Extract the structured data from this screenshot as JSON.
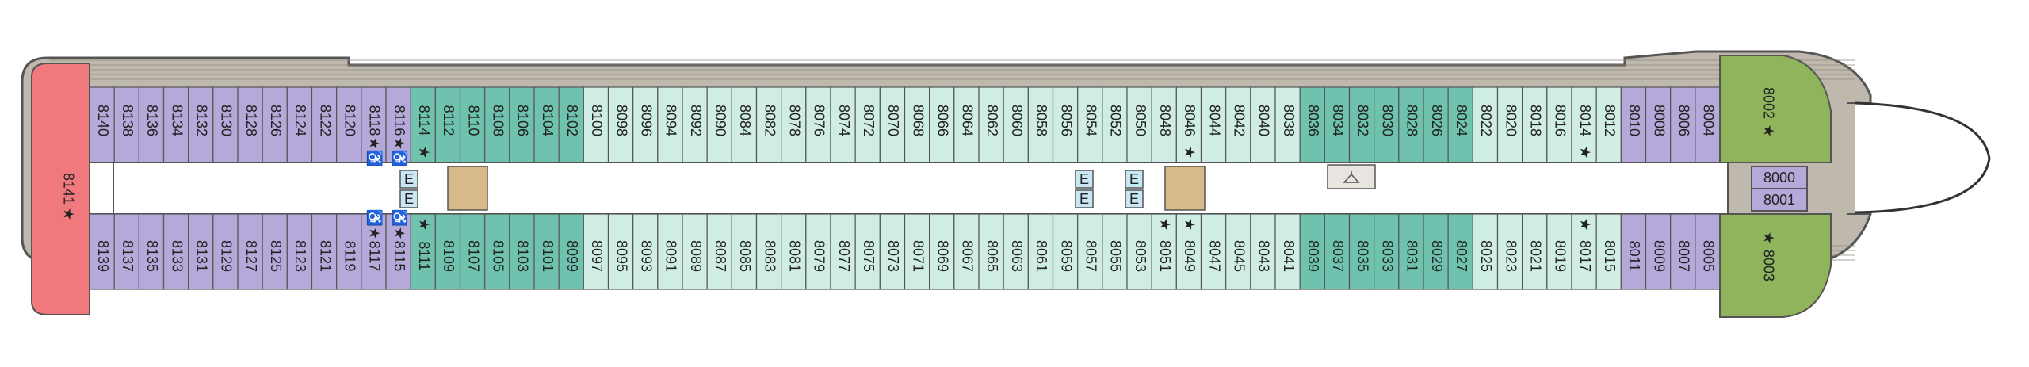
{
  "colors": {
    "hull": "#bfb8ad",
    "hull_stripe": "#8f877b",
    "outline": "#555555",
    "corridor": "#ffffff",
    "purple": "#b4a9d9",
    "teal": "#6fc3ae",
    "light": "#cfede5",
    "aft_suite": "#f0797d",
    "forward_suite": "#8fb45c",
    "stair": "#d8b98a",
    "lift": "#c9e7f2"
  },
  "cabins": {
    "aft_suite": {
      "label": "8141",
      "access": "★"
    },
    "top_row": [
      {
        "label": "8140",
        "zone": "purple"
      },
      {
        "label": "8138",
        "zone": "purple"
      },
      {
        "label": "8136",
        "zone": "purple"
      },
      {
        "label": "8134",
        "zone": "purple"
      },
      {
        "label": "8132",
        "zone": "purple"
      },
      {
        "label": "8130",
        "zone": "purple"
      },
      {
        "label": "8128",
        "zone": "purple"
      },
      {
        "label": "8126",
        "zone": "purple"
      },
      {
        "label": "8124",
        "zone": "purple"
      },
      {
        "label": "8122",
        "zone": "purple"
      },
      {
        "label": "8120",
        "zone": "purple"
      },
      {
        "label": "8118",
        "zone": "purple",
        "access": "★♿"
      },
      {
        "label": "8116",
        "zone": "purple",
        "access": "★♿"
      },
      {
        "label": "8114",
        "zone": "teal",
        "access": "★"
      },
      {
        "label": "8112",
        "zone": "teal"
      },
      {
        "label": "8110",
        "zone": "teal"
      },
      {
        "label": "8108",
        "zone": "teal"
      },
      {
        "label": "8106",
        "zone": "teal"
      },
      {
        "label": "8104",
        "zone": "teal"
      },
      {
        "label": "8102",
        "zone": "teal"
      },
      {
        "label": "8100",
        "zone": "light"
      },
      {
        "label": "8098",
        "zone": "light"
      },
      {
        "label": "8096",
        "zone": "light"
      },
      {
        "label": "8094",
        "zone": "light"
      },
      {
        "label": "8092",
        "zone": "light"
      },
      {
        "label": "8090",
        "zone": "light"
      },
      {
        "label": "8084",
        "zone": "light"
      },
      {
        "label": "8082",
        "zone": "light"
      },
      {
        "label": "8078",
        "zone": "light"
      },
      {
        "label": "8076",
        "zone": "light"
      },
      {
        "label": "8074",
        "zone": "light"
      },
      {
        "label": "8072",
        "zone": "light"
      },
      {
        "label": "8070",
        "zone": "light"
      },
      {
        "label": "8068",
        "zone": "light"
      },
      {
        "label": "8066",
        "zone": "light"
      },
      {
        "label": "8064",
        "zone": "light"
      },
      {
        "label": "8062",
        "zone": "light"
      },
      {
        "label": "8060",
        "zone": "light"
      },
      {
        "label": "8058",
        "zone": "light"
      },
      {
        "label": "8056",
        "zone": "light"
      },
      {
        "label": "8054",
        "zone": "light"
      },
      {
        "label": "8052",
        "zone": "light"
      },
      {
        "label": "8050",
        "zone": "light"
      },
      {
        "label": "8048",
        "zone": "light"
      },
      {
        "label": "8046",
        "zone": "light",
        "access": "★"
      },
      {
        "label": "8044",
        "zone": "light"
      },
      {
        "label": "8042",
        "zone": "light"
      },
      {
        "label": "8040",
        "zone": "light"
      },
      {
        "label": "8038",
        "zone": "light"
      },
      {
        "label": "8036",
        "zone": "teal"
      },
      {
        "label": "8034",
        "zone": "teal"
      },
      {
        "label": "8032",
        "zone": "teal"
      },
      {
        "label": "8030",
        "zone": "teal"
      },
      {
        "label": "8028",
        "zone": "teal"
      },
      {
        "label": "8026",
        "zone": "teal"
      },
      {
        "label": "8024",
        "zone": "teal"
      },
      {
        "label": "8022",
        "zone": "light"
      },
      {
        "label": "8020",
        "zone": "light"
      },
      {
        "label": "8018",
        "zone": "light"
      },
      {
        "label": "8016",
        "zone": "light"
      },
      {
        "label": "8014",
        "zone": "light",
        "access": "★"
      },
      {
        "label": "8012",
        "zone": "light"
      },
      {
        "label": "8010",
        "zone": "purple"
      },
      {
        "label": "8008",
        "zone": "purple"
      },
      {
        "label": "8006",
        "zone": "purple"
      },
      {
        "label": "8004",
        "zone": "purple"
      }
    ],
    "bottom_row": [
      {
        "label": "8139",
        "zone": "purple"
      },
      {
        "label": "8137",
        "zone": "purple"
      },
      {
        "label": "8135",
        "zone": "purple"
      },
      {
        "label": "8133",
        "zone": "purple"
      },
      {
        "label": "8131",
        "zone": "purple"
      },
      {
        "label": "8129",
        "zone": "purple"
      },
      {
        "label": "8127",
        "zone": "purple"
      },
      {
        "label": "8125",
        "zone": "purple"
      },
      {
        "label": "8123",
        "zone": "purple"
      },
      {
        "label": "8121",
        "zone": "purple"
      },
      {
        "label": "8119",
        "zone": "purple"
      },
      {
        "label": "8117",
        "zone": "purple",
        "access": "♿★"
      },
      {
        "label": "8115",
        "zone": "purple",
        "access": "♿★"
      },
      {
        "label": "8111",
        "zone": "teal",
        "access": "★"
      },
      {
        "label": "8109",
        "zone": "teal"
      },
      {
        "label": "8107",
        "zone": "teal"
      },
      {
        "label": "8105",
        "zone": "teal"
      },
      {
        "label": "8103",
        "zone": "teal"
      },
      {
        "label": "8101",
        "zone": "teal"
      },
      {
        "label": "8099",
        "zone": "teal"
      },
      {
        "label": "8097",
        "zone": "light"
      },
      {
        "label": "8095",
        "zone": "light"
      },
      {
        "label": "8093",
        "zone": "light"
      },
      {
        "label": "8091",
        "zone": "light"
      },
      {
        "label": "8089",
        "zone": "light"
      },
      {
        "label": "8087",
        "zone": "light"
      },
      {
        "label": "8085",
        "zone": "light"
      },
      {
        "label": "8083",
        "zone": "light"
      },
      {
        "label": "8081",
        "zone": "light"
      },
      {
        "label": "8079",
        "zone": "light"
      },
      {
        "label": "8077",
        "zone": "light"
      },
      {
        "label": "8075",
        "zone": "light"
      },
      {
        "label": "8073",
        "zone": "light"
      },
      {
        "label": "8071",
        "zone": "light"
      },
      {
        "label": "8069",
        "zone": "light"
      },
      {
        "label": "8067",
        "zone": "light"
      },
      {
        "label": "8065",
        "zone": "light"
      },
      {
        "label": "8063",
        "zone": "light"
      },
      {
        "label": "8061",
        "zone": "light"
      },
      {
        "label": "8059",
        "zone": "light"
      },
      {
        "label": "8057",
        "zone": "light"
      },
      {
        "label": "8055",
        "zone": "light"
      },
      {
        "label": "8053",
        "zone": "light"
      },
      {
        "label": "8051",
        "zone": "light",
        "access": "★"
      },
      {
        "label": "8049",
        "zone": "light",
        "access": "★"
      },
      {
        "label": "8047",
        "zone": "light"
      },
      {
        "label": "8045",
        "zone": "light"
      },
      {
        "label": "8043",
        "zone": "light"
      },
      {
        "label": "8041",
        "zone": "light"
      },
      {
        "label": "8039",
        "zone": "teal"
      },
      {
        "label": "8037",
        "zone": "teal"
      },
      {
        "label": "8035",
        "zone": "teal"
      },
      {
        "label": "8033",
        "zone": "teal"
      },
      {
        "label": "8031",
        "zone": "teal"
      },
      {
        "label": "8029",
        "zone": "teal"
      },
      {
        "label": "8027",
        "zone": "teal"
      },
      {
        "label": "8025",
        "zone": "light"
      },
      {
        "label": "8023",
        "zone": "light"
      },
      {
        "label": "8021",
        "zone": "light"
      },
      {
        "label": "8019",
        "zone": "light"
      },
      {
        "label": "8017",
        "zone": "light",
        "access": "★"
      },
      {
        "label": "8015",
        "zone": "light"
      },
      {
        "label": "8011",
        "zone": "purple"
      },
      {
        "label": "8009",
        "zone": "purple"
      },
      {
        "label": "8007",
        "zone": "purple"
      },
      {
        "label": "8005",
        "zone": "purple"
      }
    ],
    "forward_suites": [
      {
        "label": "8002",
        "access": "★"
      },
      {
        "label": "8003",
        "access": "★"
      }
    ],
    "forward_small": [
      {
        "label": "8000"
      },
      {
        "label": "8001"
      }
    ]
  },
  "lifts": [
    {
      "group": "aft",
      "glyph": "E"
    },
    {
      "group": "aft",
      "glyph": "E"
    },
    {
      "group": "mid-a",
      "glyph": "E"
    },
    {
      "group": "mid-a",
      "glyph": "E"
    },
    {
      "group": "mid-b",
      "glyph": "E"
    },
    {
      "group": "mid-b",
      "glyph": "E"
    }
  ]
}
